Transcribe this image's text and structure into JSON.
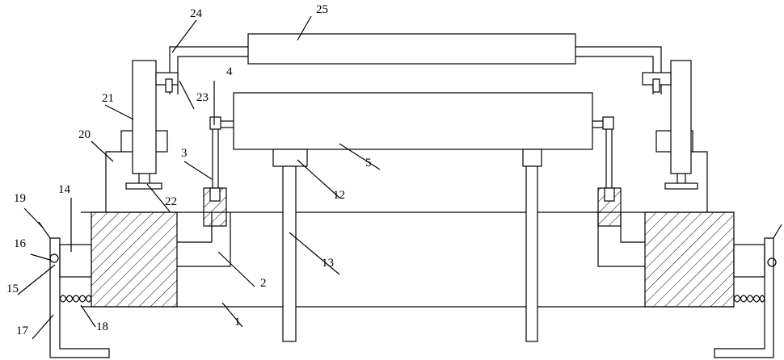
{
  "labels": {
    "l1": "1",
    "l2": "2",
    "l3": "3",
    "l4": "4",
    "l5": "5",
    "l12": "12",
    "l13": "13",
    "l14": "14",
    "l15": "15",
    "l16": "16",
    "l17": "17",
    "l18": "18",
    "l19": "19",
    "l20": "20",
    "l21": "21",
    "l22": "22",
    "l23": "23",
    "l24": "24",
    "l25": "25"
  },
  "colors": {
    "line": "#000000",
    "background": "#ffffff"
  }
}
